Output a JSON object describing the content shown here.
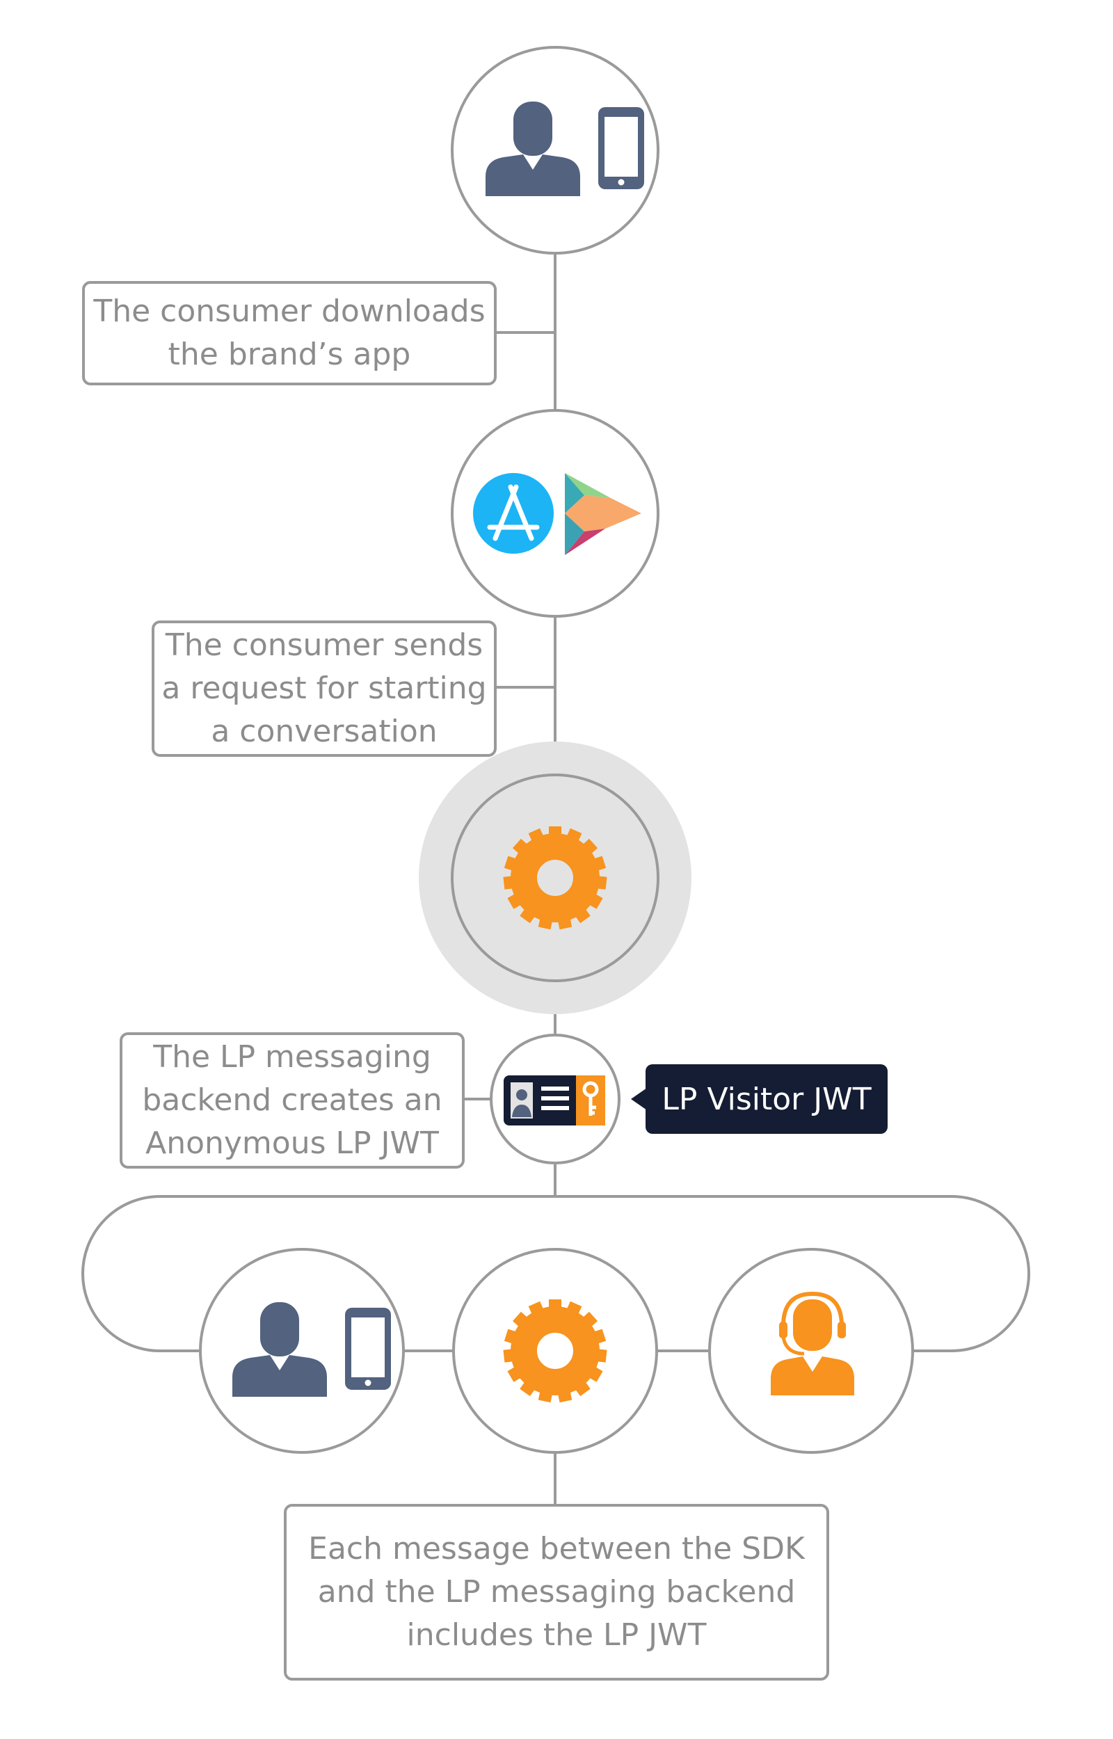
{
  "steps": [
    {
      "lines": [
        "The consumer downloads",
        "the brand’s app"
      ]
    },
    {
      "lines": [
        "The consumer sends",
        "a request for starting",
        "a conversation"
      ]
    },
    {
      "lines": [
        "The LP messaging",
        "backend creates an",
        "Anonymous LP JWT"
      ]
    },
    {
      "lines": [
        "Each message between the SDK",
        "and the LP messaging backend",
        "includes the LP JWT"
      ]
    }
  ],
  "badge": {
    "text": "LP Visitor JWT"
  },
  "nodes": {
    "consumer": {
      "icon": "consumer-with-phone-icon"
    },
    "stores": {
      "icons": [
        "app-store-icon",
        "google-play-icon"
      ]
    },
    "liveperson": {
      "icon": "liveperson-gear-icon",
      "highlighted": true
    },
    "jwt": {
      "icon": "id-card-key-icon"
    },
    "consumer_bottom": {
      "icon": "consumer-with-phone-icon"
    },
    "liveperson_bottom": {
      "icon": "liveperson-gear-icon"
    },
    "agent": {
      "icon": "agent-headset-icon"
    }
  },
  "colors": {
    "line": "#9a9a9a",
    "text": "#8c8c8c",
    "person": "#52627f",
    "brand_orange": "#f7931e",
    "app_store_blue": "#1cb4f5",
    "badge_bg": "#141d33",
    "highlight": "#e3e3e3"
  }
}
